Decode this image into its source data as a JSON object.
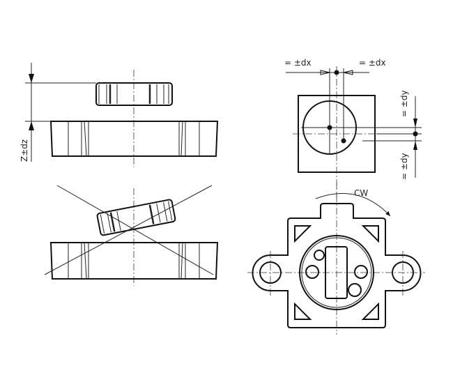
{
  "labels": {
    "dx_left": "= ±dx",
    "dx_right": "= ±dx",
    "dy_top": "= ±dy",
    "dy_bottom": "= ±dy",
    "dz": "Z±dz",
    "rotation": "CW"
  },
  "colors": {
    "line": "#111111",
    "background": "#ffffff"
  }
}
